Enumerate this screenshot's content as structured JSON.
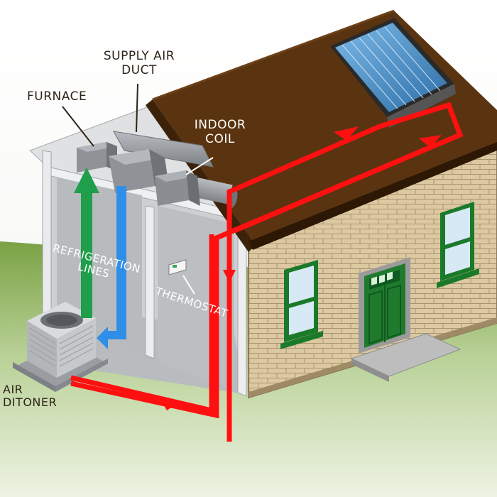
{
  "labels": {
    "supply_air_duct": [
      "SUPPLY AIR",
      "DUCT"
    ],
    "furnace": "FURNACE",
    "indoor_coil": [
      "INDOOR",
      "COIL"
    ],
    "refrigeration_lines": [
      "REFRIGERATION",
      "LINES"
    ],
    "thermostat": "THERMOSTAT",
    "air_conditioner": [
      "AIR",
      "DITONER"
    ]
  },
  "colors": {
    "sky_top": "#ffffff",
    "grass": "#6f9a3c",
    "grass_light": "#c9dba9",
    "roof": "#5a3410",
    "brick": "#d8c59c",
    "interior_wall": "#c5c8cc",
    "duct": "#8e9297",
    "hot_line": "#ff1010",
    "supply_arrow": "#1f9e4b",
    "return_arrow": "#2f8fe8",
    "window_frame": "#1a7a2a",
    "door": "#1f7a2e",
    "solar_panel": "#4a90c4",
    "label_dark": "#2e2418",
    "label_light": "#ffffff"
  }
}
